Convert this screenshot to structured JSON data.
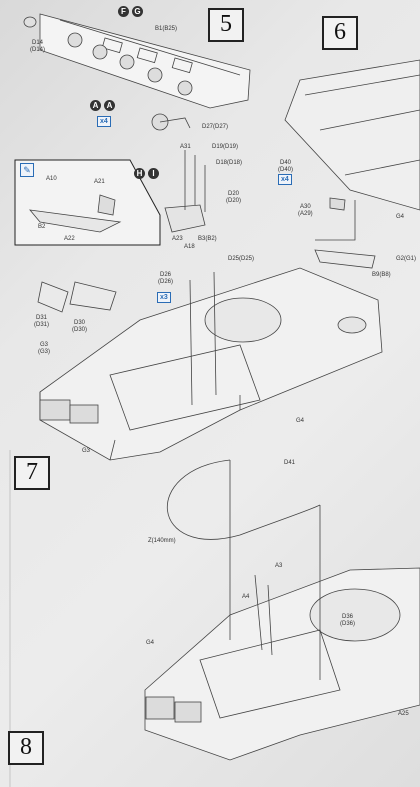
{
  "steps": {
    "s5": "5",
    "s6": "6",
    "s7": "7",
    "s8": "8"
  },
  "options": {
    "f": "F",
    "g": "G",
    "a1": "A",
    "a2": "A",
    "a_qty": "x4",
    "h": "H",
    "i": "I",
    "d40_qty": "x4",
    "d26_qty": "x3"
  },
  "labels": {
    "d14": "D14",
    "d14p": "(D14)",
    "b1": "B1(B25)",
    "d27": "D27(D27)",
    "a31": "A31",
    "d19": "D19(D19)",
    "d18": "D18(D18)",
    "d20": "D20",
    "d20p": "(D20)",
    "a10": "A10",
    "a21": "A21",
    "b2": "B2",
    "a22": "A22",
    "a23": "A23",
    "a18": "A18",
    "b3": "B3(B2)",
    "d40": "D40",
    "d40p": "(D40)",
    "a30": "A30",
    "a30p": "(A29)",
    "g4_top": "G4",
    "g2": "G2(G1)",
    "b9": "B9(B8)",
    "d26": "D26",
    "d26p": "(D26)",
    "d25": "D25(D25)",
    "d31": "D31",
    "d31p": "(D31)",
    "d30": "D30",
    "d30p": "(D30)",
    "g3a": "G3",
    "g3ap": "(G3)",
    "g3b": "G3",
    "g4_mid": "G4",
    "d41": "D41",
    "z": "Z(140mm)",
    "a3": "A3",
    "a4": "A4",
    "d36": "D36",
    "d36p": "(D36)",
    "g4_bot": "G4",
    "a25": "A25"
  }
}
